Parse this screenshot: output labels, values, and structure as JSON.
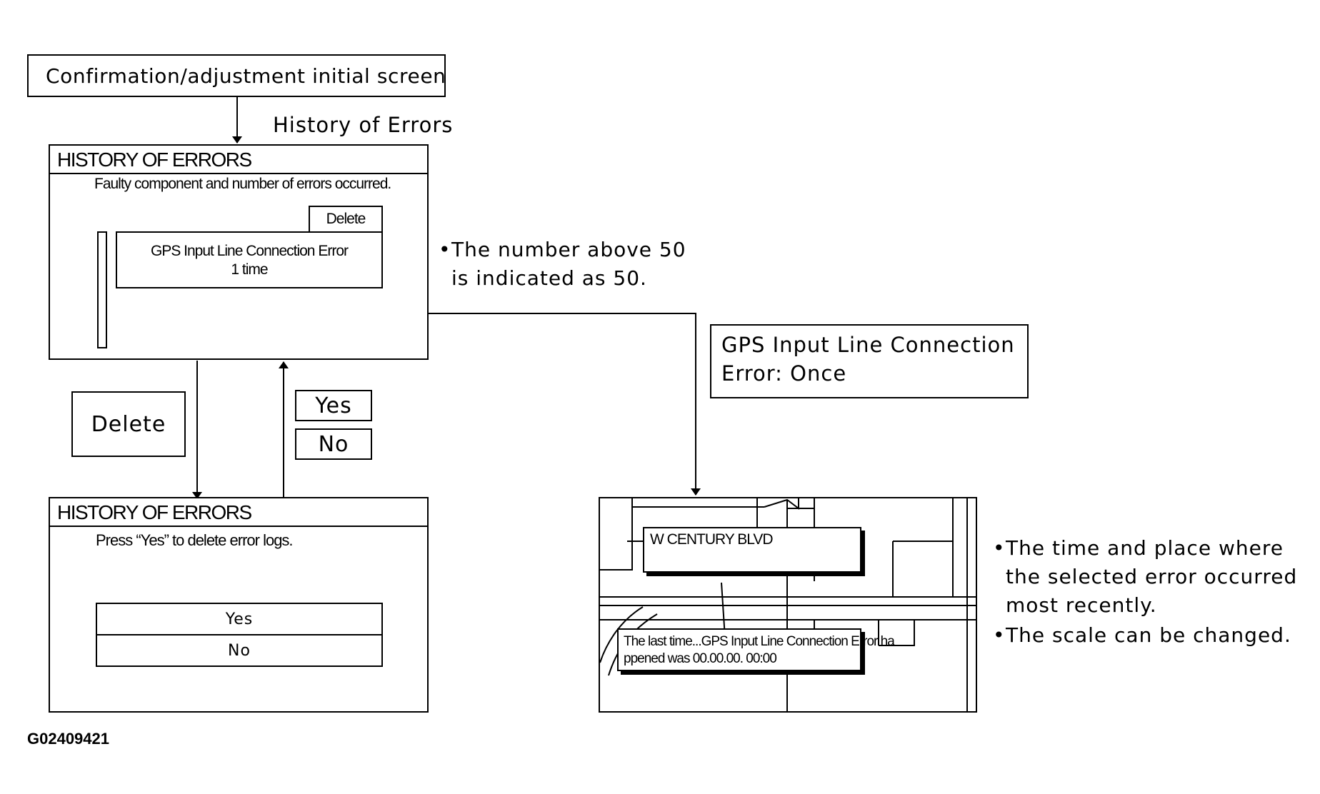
{
  "initial_screen": {
    "label": "Confirmation/adjustment initial screen"
  },
  "transition_label": "History of Errors",
  "history_screen": {
    "title": "HISTORY OF ERRORS",
    "subtitle": "Faulty component and number of errors occurred.",
    "delete_button": "Delete",
    "entry": {
      "name": "GPS Input Line Connection Error",
      "count": "1 time"
    }
  },
  "note_max": {
    "bullet": "•",
    "lines": [
      "The number above 50",
      "is indicated as 50."
    ]
  },
  "delete_callout": "Delete",
  "choice_callouts": {
    "yes": "Yes",
    "no": "No"
  },
  "confirm_screen": {
    "title": "HISTORY OF ERRORS",
    "prompt": "Press “Yes” to delete error logs.",
    "yes": "Yes",
    "no": "No"
  },
  "error_callout": {
    "lines": [
      "GPS Input Line Connection",
      "Error: Once"
    ]
  },
  "map_screen": {
    "street": "W CENTURY BLVD",
    "message_lines": [
      "The last time...GPS Input Line Connection Error ha",
      "ppened was 00.00.00. 00:00"
    ]
  },
  "notes_map": [
    {
      "bullet": "•",
      "lines": [
        "The time and place where",
        "the selected error occurred",
        "most recently."
      ]
    },
    {
      "bullet": "•",
      "lines": [
        "The scale can be changed."
      ]
    }
  ],
  "figure_id": "G02409421"
}
